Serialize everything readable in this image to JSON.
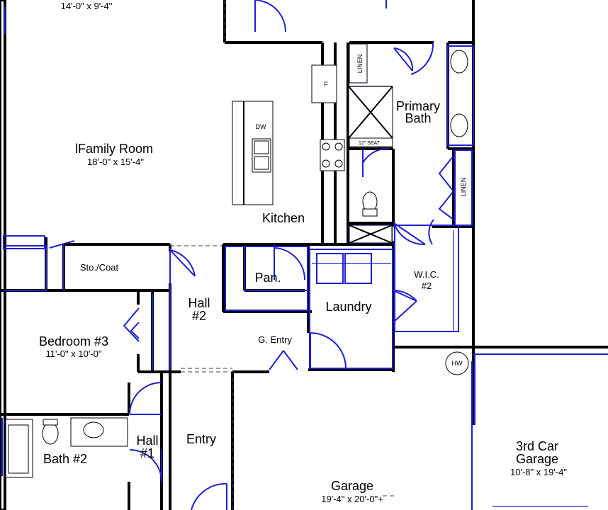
{
  "rooms": {
    "top_room_dims": "14'-0\" x 9'-4\"",
    "family_room": {
      "name": "lFamily Room",
      "dims": "18'-0\" x 15'-4\""
    },
    "kitchen": {
      "name": "Kitchen"
    },
    "primary_bath": {
      "line1": "Primary",
      "line2": "Bath"
    },
    "sto_coat": {
      "name": "Sto./Coat"
    },
    "pantry": {
      "name": "Pan."
    },
    "hall2": {
      "line1": "Hall",
      "line2": "#2"
    },
    "laundry": {
      "name": "Laundry"
    },
    "wic2": {
      "line1": "W.I.C.",
      "line2": "#2"
    },
    "g_entry": {
      "name": "G. Entry"
    },
    "bedroom3": {
      "name": "Bedroom #3",
      "dims": "11'-0\" x 10'-0\""
    },
    "bath2": {
      "name": "Bath #2"
    },
    "hall1": {
      "line1": "Hall",
      "line2": "#1"
    },
    "entry": {
      "name": "Entry"
    },
    "garage": {
      "name": "Garage",
      "dims": "19'-4\" x 20'-0\"+"
    },
    "third_car_garage": {
      "line1": "3rd Car",
      "line2": "Garage",
      "dims": "10'-8\" x 19'-4\""
    }
  },
  "fixtures": {
    "dishwasher": "DW",
    "fridge": "F",
    "linen_top": "LINEN",
    "linen_right": "LINEN",
    "seat": "12\" SEAT",
    "water_heater": "HW"
  }
}
